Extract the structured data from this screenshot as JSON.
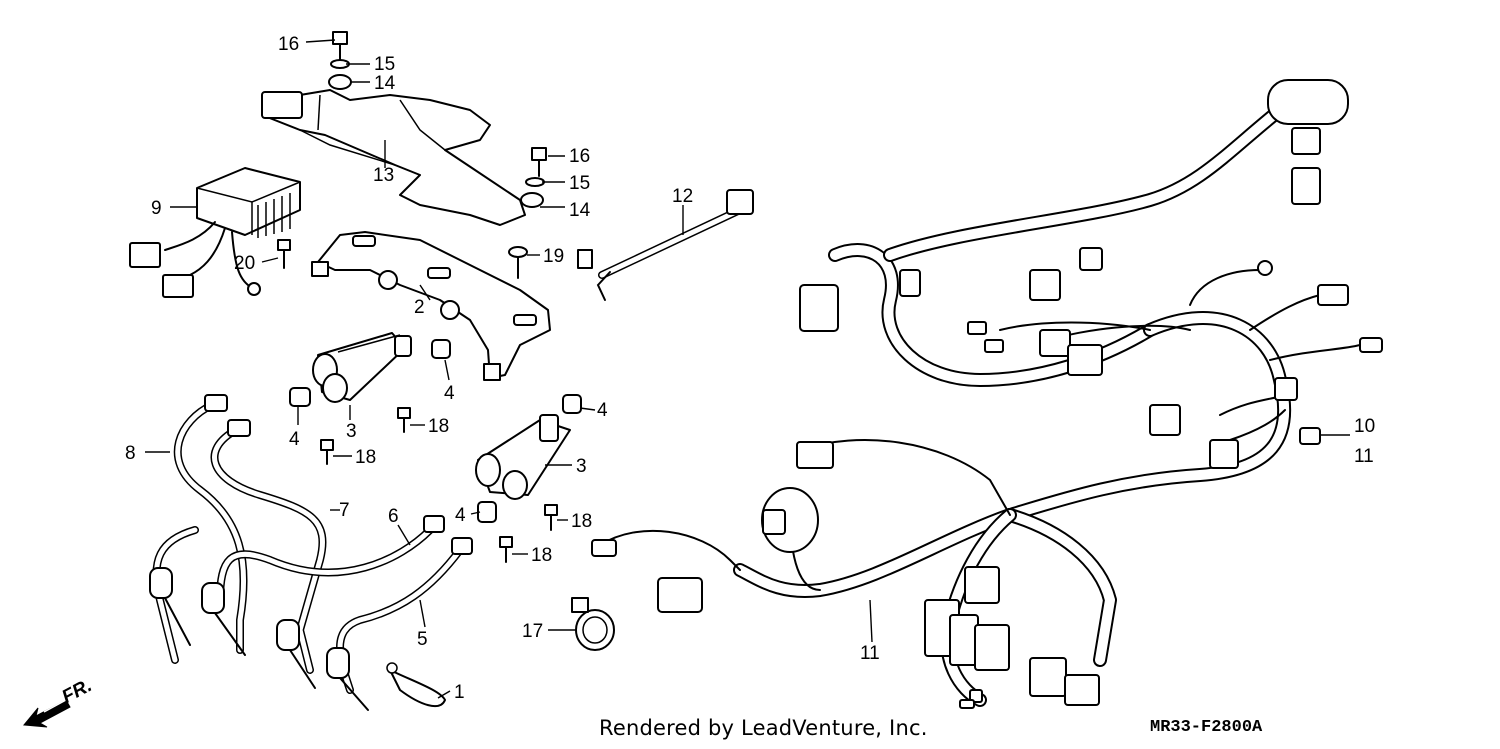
{
  "callouts": {
    "c1": "1",
    "c2": "2",
    "c3a": "3",
    "c3b": "3",
    "c4a": "4",
    "c4b": "4",
    "c4c": "4",
    "c4d": "4",
    "c5": "5",
    "c6": "6",
    "c7": "7",
    "c8": "8",
    "c9": "9",
    "c10": "10",
    "c11a": "11",
    "c11b": "11",
    "c12": "12",
    "c13": "13",
    "c14a": "14",
    "c14b": "14",
    "c15a": "15",
    "c15b": "15",
    "c16a": "16",
    "c16b": "16",
    "c17": "17",
    "c18a": "18",
    "c18b": "18",
    "c18c": "18",
    "c18d": "18",
    "c19": "19",
    "c20": "20"
  },
  "footer": {
    "credit": "Rendered by LeadVenture, Inc.",
    "code": "MR33-F2800A",
    "front": "FR."
  },
  "icons": [
    "front-arrow-icon"
  ]
}
